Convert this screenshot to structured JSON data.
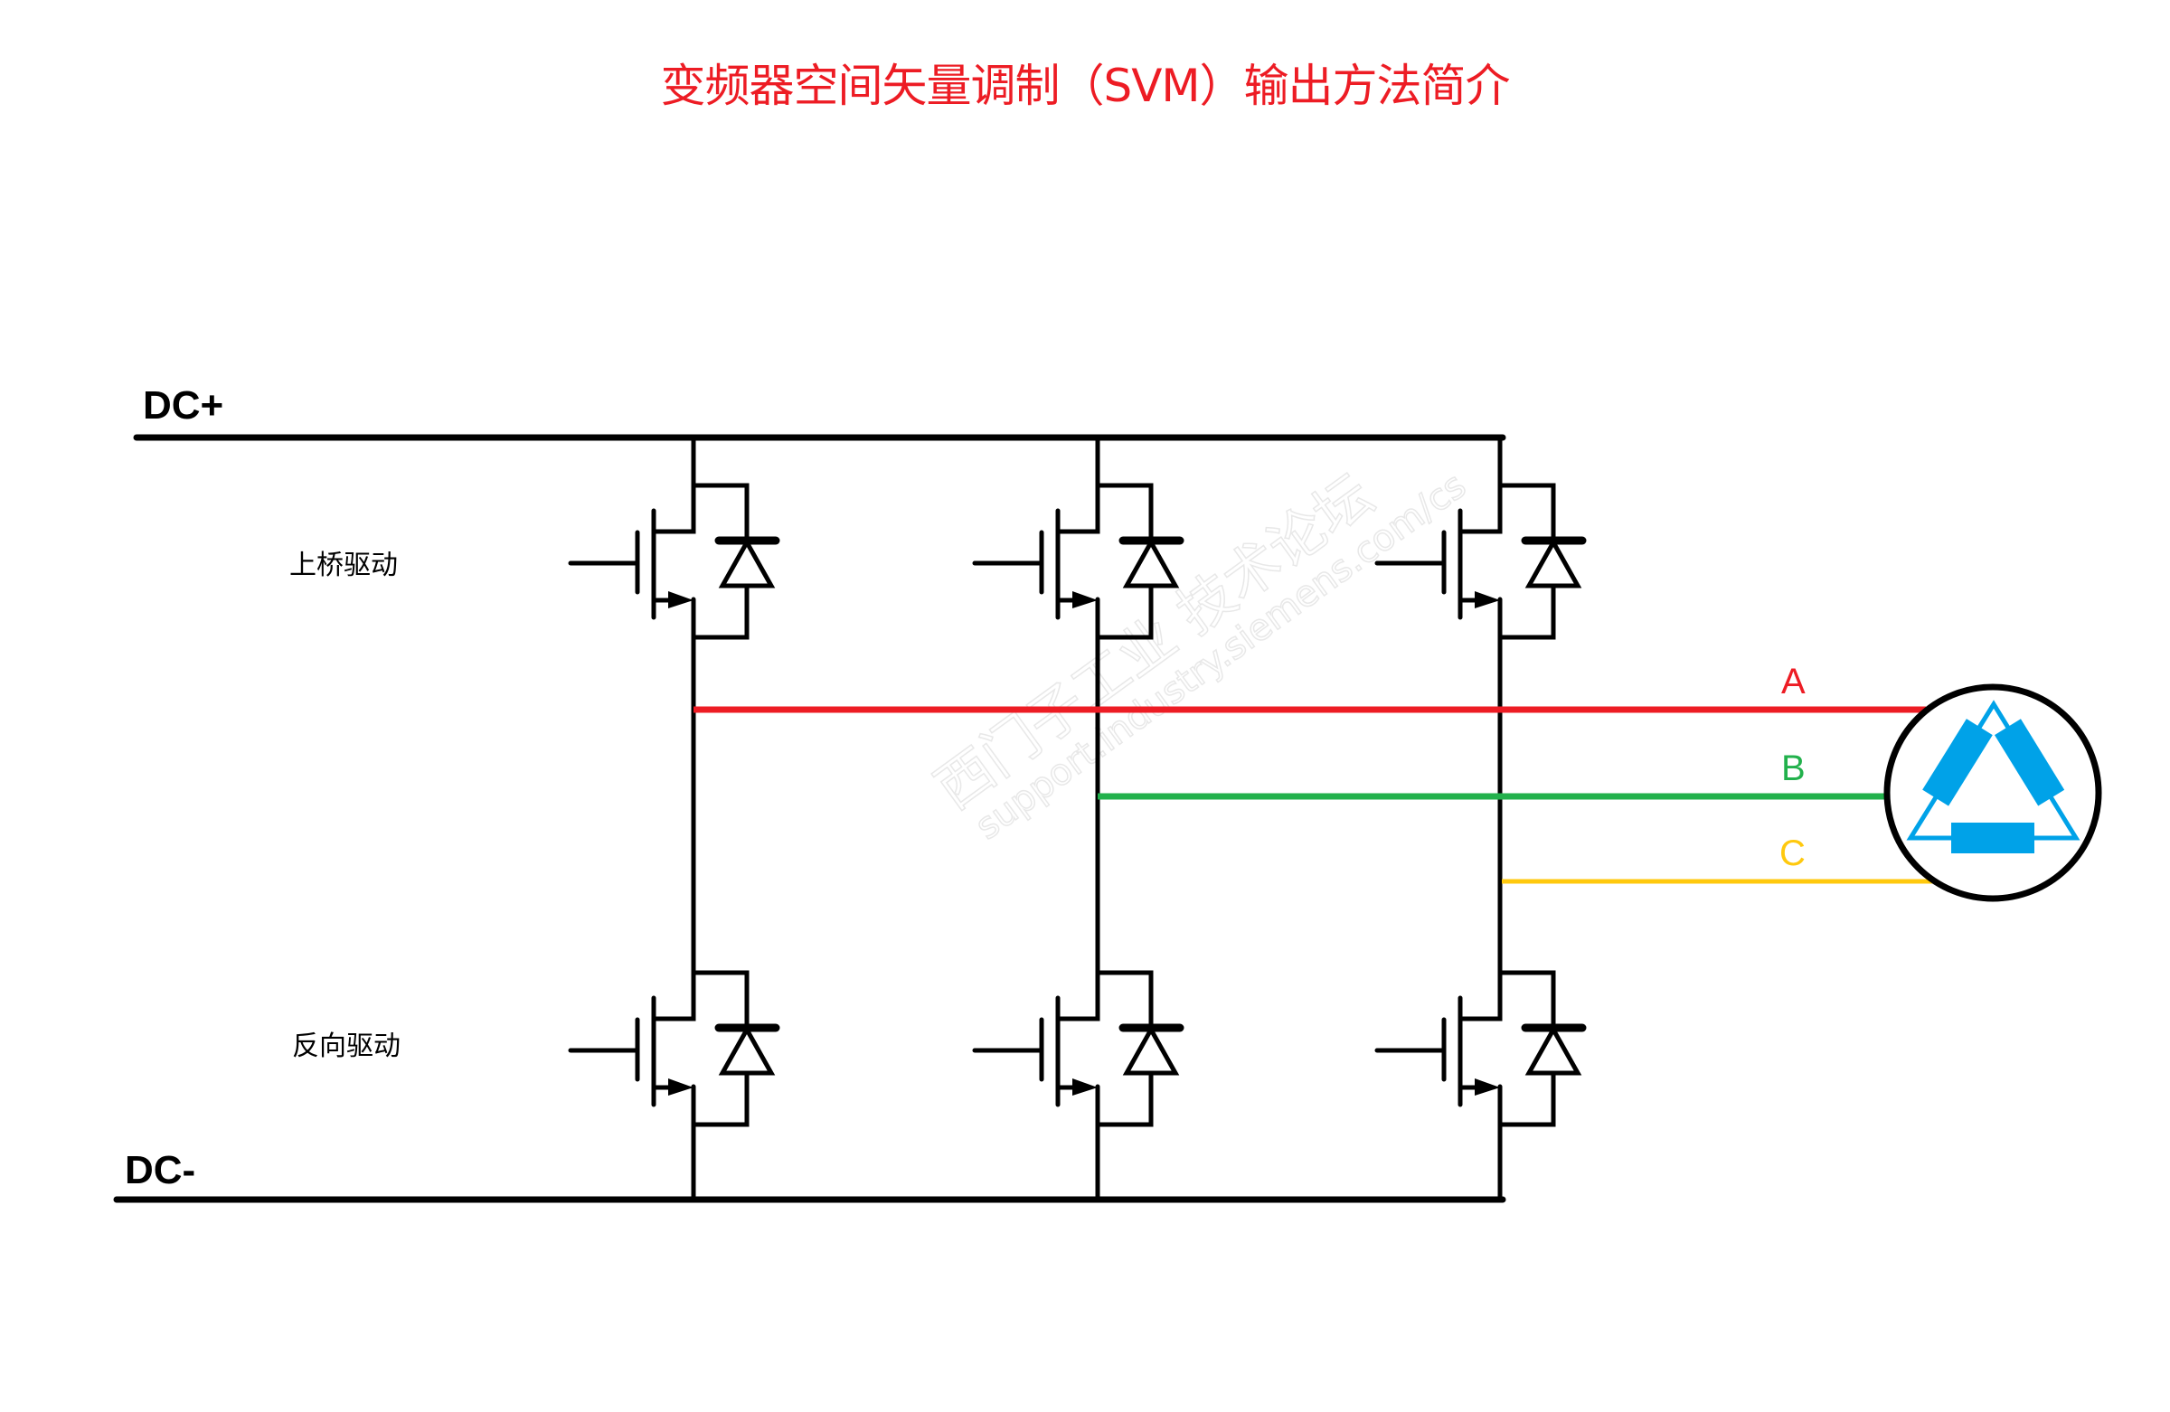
{
  "title": "变频器空间矢量调制（SVM）输出方法简介",
  "buses": {
    "positive_label": "DC+",
    "negative_label": "DC-"
  },
  "drive_labels": {
    "upper": "上桥驱动",
    "lower": "反向驱动"
  },
  "legs": [
    {
      "name": "leg-a",
      "phase": "A"
    },
    {
      "name": "leg-b",
      "phase": "B"
    },
    {
      "name": "leg-c",
      "phase": "C"
    }
  ],
  "phases": [
    {
      "label": "A",
      "color": "#ed1c24"
    },
    {
      "label": "B",
      "color": "#22b14c"
    },
    {
      "label": "C",
      "color": "#ffc90e"
    }
  ],
  "motor": {
    "winding_color": "#00a2e8",
    "connection": "delta"
  },
  "watermark": {
    "line1": "西门子工业 技术论坛",
    "line2": "support.industry.siemens.com/cs"
  }
}
